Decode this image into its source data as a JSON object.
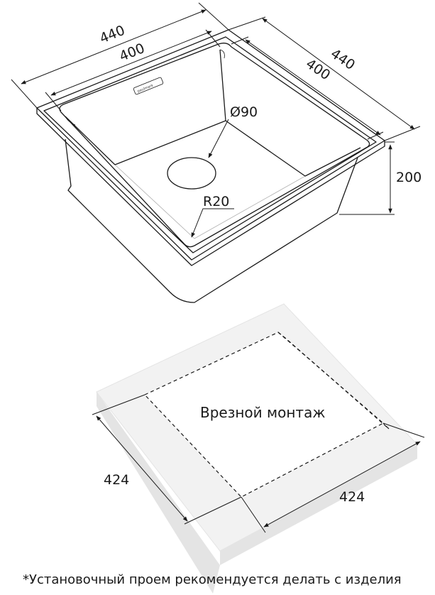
{
  "sink": {
    "outer_width": "440",
    "outer_depth": "440",
    "inner_width": "400",
    "inner_depth": "400",
    "height": "200",
    "drain_diameter": "Ø90",
    "corner_radius": "R20",
    "brand": "paulmark"
  },
  "cutout": {
    "label": "Врезной монтаж",
    "width": "424",
    "depth": "424"
  },
  "footnote": "*Установочный проем рекомендуется делать с изделия",
  "colors": {
    "line": "#1a1a1a",
    "countertop": "#f2f2f2",
    "countertop_shadow": "#e4e4e4"
  }
}
